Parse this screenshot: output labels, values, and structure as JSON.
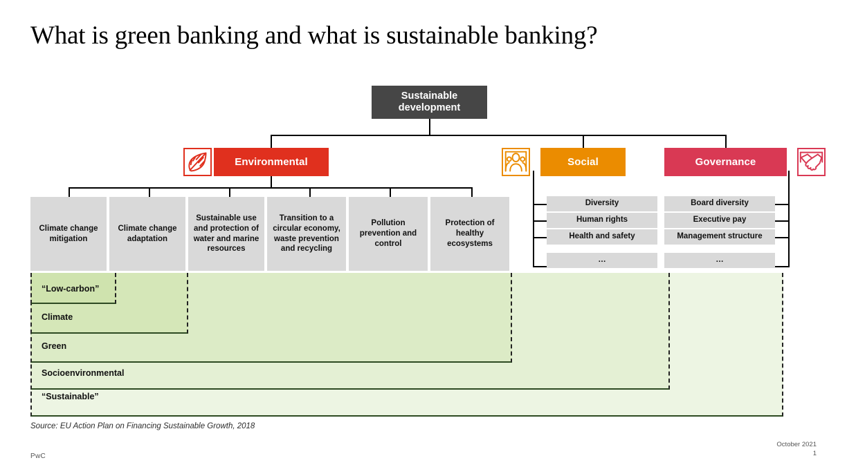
{
  "slide": {
    "title": "What is green banking and what is sustainable banking?",
    "source_note": "Source: EU Action Plan on Financing Sustainable Growth,  2018",
    "footer": {
      "brand": "PwC",
      "date": "October 2021",
      "page": "1"
    },
    "colors": {
      "root": "#464646",
      "environmental": "#e0301e",
      "social": "#eb8c00",
      "governance": "#d93954",
      "leaf_box": "#d9d9d9",
      "band_1": "#cfe3ae",
      "band_2": "#d5e7b8",
      "band_3": "#dcebc6",
      "band_4": "#e4f0d4",
      "band_5": "#edf5e3"
    }
  },
  "diagram": {
    "root": {
      "label": "Sustainable development"
    },
    "pillars": [
      {
        "key": "environmental",
        "label": "Environmental",
        "icon": "leaf-icon"
      },
      {
        "key": "social",
        "label": "Social",
        "icon": "people-icon"
      },
      {
        "key": "governance",
        "label": "Governance",
        "icon": "handshake-icon"
      }
    ],
    "environmental_items": [
      {
        "label": "Climate change mitigation"
      },
      {
        "label": "Climate change adaptation"
      },
      {
        "label": "Sustainable use and protection of water and marine resources"
      },
      {
        "label": "Transition to a circular economy, waste prevention and recycling"
      },
      {
        "label": "Pollution prevention and control"
      },
      {
        "label": "Protection of healthy ecosystems"
      }
    ],
    "social_items": [
      {
        "label": "Diversity"
      },
      {
        "label": "Human rights"
      },
      {
        "label": "Health and safety"
      },
      {
        "label": "…"
      }
    ],
    "governance_items": [
      {
        "label": "Board diversity"
      },
      {
        "label": "Executive pay"
      },
      {
        "label": "Management structure"
      },
      {
        "label": "…"
      }
    ],
    "scope_bands": [
      {
        "label": "“Low-carbon”"
      },
      {
        "label": "Climate"
      },
      {
        "label": "Green"
      },
      {
        "label": "Socioenvironmental"
      },
      {
        "label": "“Sustainable”"
      }
    ]
  }
}
